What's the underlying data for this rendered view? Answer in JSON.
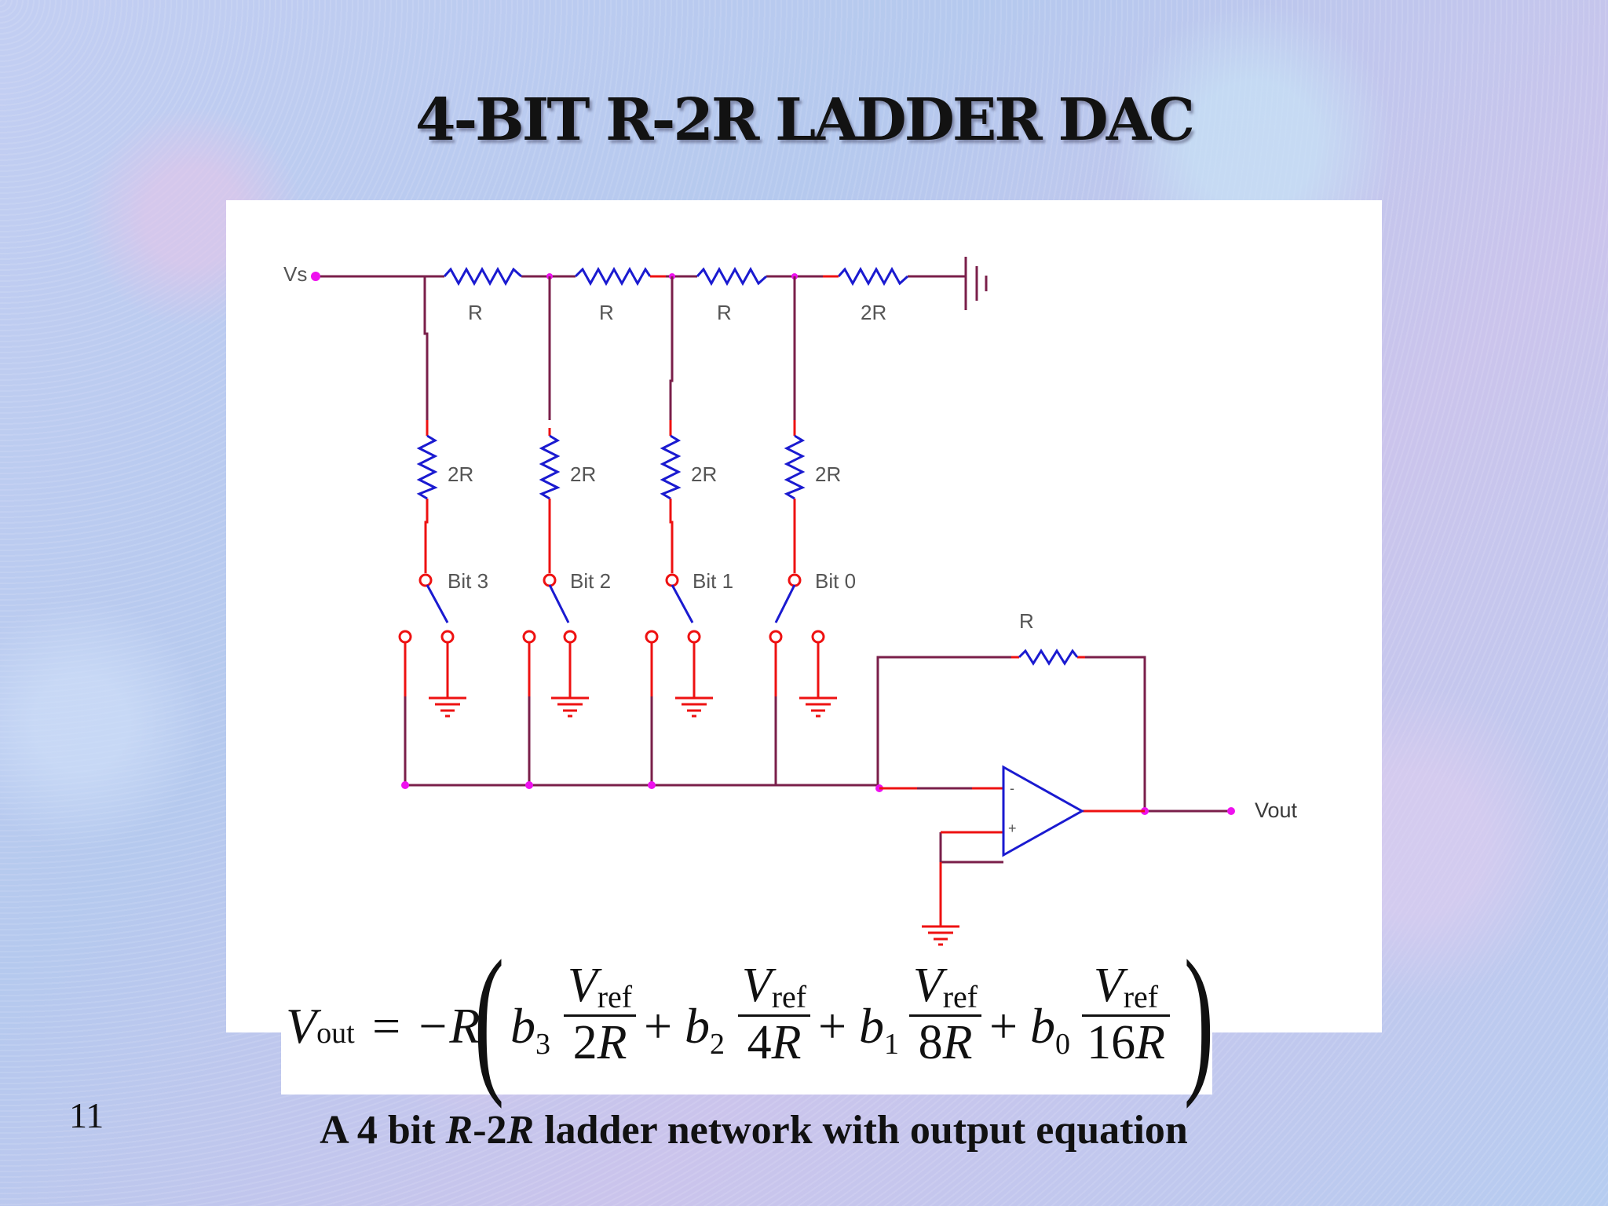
{
  "title": "4-BIT R-2R LADDER DAC",
  "circuit": {
    "input_label": "Vs",
    "output_label": "Vout",
    "series_resistors": [
      "R",
      "R",
      "R",
      "2R"
    ],
    "shunt_resistors": [
      "2R",
      "2R",
      "2R",
      "2R"
    ],
    "bits": [
      "Bit 3",
      "Bit 2",
      "Bit 1",
      "Bit 0"
    ],
    "feedback_resistor": "R",
    "opamp_inverting": "-",
    "opamp_noninverting": "+"
  },
  "equation": {
    "lhs_var": "V",
    "lhs_sub": "out",
    "equals": "= −R",
    "coefficients": [
      {
        "b": "b",
        "sub": "3",
        "num": "V",
        "num_sub": "ref",
        "den_coef": "2",
        "den_var": "R"
      },
      {
        "b": "b",
        "sub": "2",
        "num": "V",
        "num_sub": "ref",
        "den_coef": "4",
        "den_var": "R"
      },
      {
        "b": "b",
        "sub": "1",
        "num": "V",
        "num_sub": "ref",
        "den_coef": "8",
        "den_var": "R"
      },
      {
        "b": "b",
        "sub": "0",
        "num": "V",
        "num_sub": "ref",
        "den_coef": "16",
        "den_var": "R"
      }
    ],
    "plus": "+",
    "open_paren": "(",
    "close_paren": ")"
  },
  "slide_number": "11",
  "caption": {
    "pre": "A 4 bit ",
    "italic1": "R",
    "mid": "-2",
    "italic2": "R",
    "post": " ladder network with output equation"
  },
  "colors": {
    "wire": "#7a1f4a",
    "switch_wire": "#ee1111",
    "resistor": "#1a1ad0",
    "node": "#ee11ee"
  }
}
